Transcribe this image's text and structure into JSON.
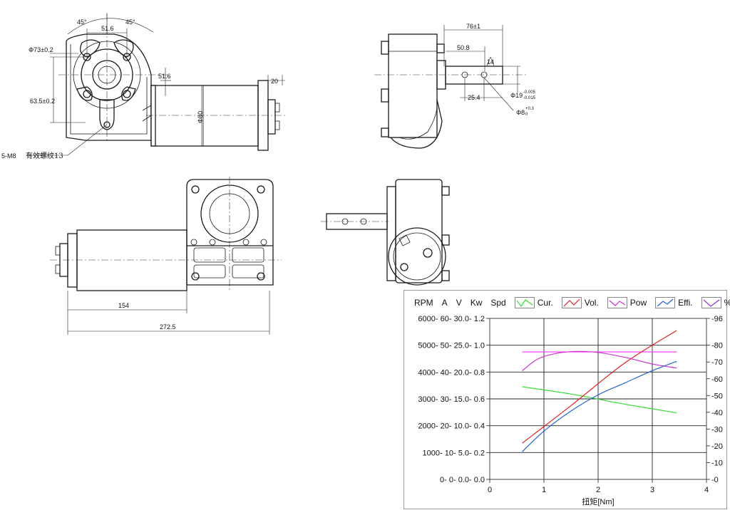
{
  "drawing": {
    "dims": {
      "angle_left": "45°",
      "angle_right": "45°",
      "width_top": "51.6",
      "bolt_circle": "Φ73±0.2",
      "height_left": "63.5±0.2",
      "offset_right": "51.6",
      "flange_thickness": "20",
      "motor_diameter": "Φ80",
      "thread_callout": "5-M8",
      "thread_note": "有效螺纹13",
      "shaft_length": "76±1",
      "shaft_keyway": "50.8",
      "key_width": "14",
      "hole_spacing": "25.4",
      "shaft_diameter": "Φ19",
      "shaft_tol_upper": "-0.005",
      "shaft_tol_lower": "-0.015",
      "pin_hole": "Φ8",
      "pin_tol_upper": "+0.3",
      "pin_tol_lower": "0",
      "motor_length": "154",
      "overall_length": "272.5"
    }
  },
  "chart_data": {
    "type": "line",
    "legend": [
      "RPM",
      "A",
      "V",
      "Kw",
      "Spd",
      "Cur.",
      "Vol.",
      "Pow",
      "Effi.",
      "%"
    ],
    "xlabel": "扭矩[Nm]",
    "x_ticks": [
      "0",
      "1",
      "2",
      "3",
      "4"
    ],
    "xlim": [
      0,
      4
    ],
    "y_ticks_rpm": [
      "6000",
      "5000",
      "4000",
      "3000",
      "2000",
      "1000",
      "0"
    ],
    "y_ticks_a": [
      "60",
      "50",
      "40",
      "30",
      "20",
      "10",
      "0"
    ],
    "y_ticks_v": [
      "30.0",
      "25.0",
      "20.0",
      "15.0",
      "10.0",
      "5.0",
      "0.0"
    ],
    "y_ticks_kw": [
      "1.2",
      "1.0",
      "0.8",
      "0.6",
      "0.4",
      "0.2",
      "0.0"
    ],
    "y_ticks_pct": [
      "96",
      "80",
      "70",
      "60",
      "50",
      "40",
      "30",
      "20",
      "10",
      "0"
    ],
    "ylim_rpm": [
      0,
      6000
    ],
    "ylim_pct": [
      0,
      96
    ],
    "series": [
      {
        "name": "Spd",
        "color": "#ff33ff",
        "axis": "rpm",
        "x": [
          0.6,
          3.45
        ],
        "y": [
          4750,
          4750
        ]
      },
      {
        "name": "Cur.",
        "color": "#33dd33",
        "axis": "rpm",
        "x": [
          0.6,
          1.5,
          2.5,
          3.45
        ],
        "y": [
          3450,
          3180,
          2800,
          2480
        ]
      },
      {
        "name": "Vol.",
        "color": "#dd2222",
        "axis": "rpm",
        "x": [
          0.6,
          1.5,
          2.5,
          3.45
        ],
        "y": [
          1350,
          2750,
          4350,
          5550
        ]
      },
      {
        "name": "Pow",
        "color": "#cc33cc",
        "axis": "rpm",
        "x": [
          0.6,
          0.9,
          1.3,
          1.7,
          2.1,
          2.6,
          3.0,
          3.45
        ],
        "y": [
          4050,
          4500,
          4720,
          4770,
          4700,
          4500,
          4300,
          4150
        ]
      },
      {
        "name": "Effi.",
        "color": "#2266cc",
        "axis": "rpm",
        "x": [
          0.6,
          1.0,
          1.5,
          2.0,
          2.5,
          3.0,
          3.45
        ],
        "y": [
          1030,
          1800,
          2550,
          3150,
          3600,
          4050,
          4400
        ]
      }
    ]
  }
}
